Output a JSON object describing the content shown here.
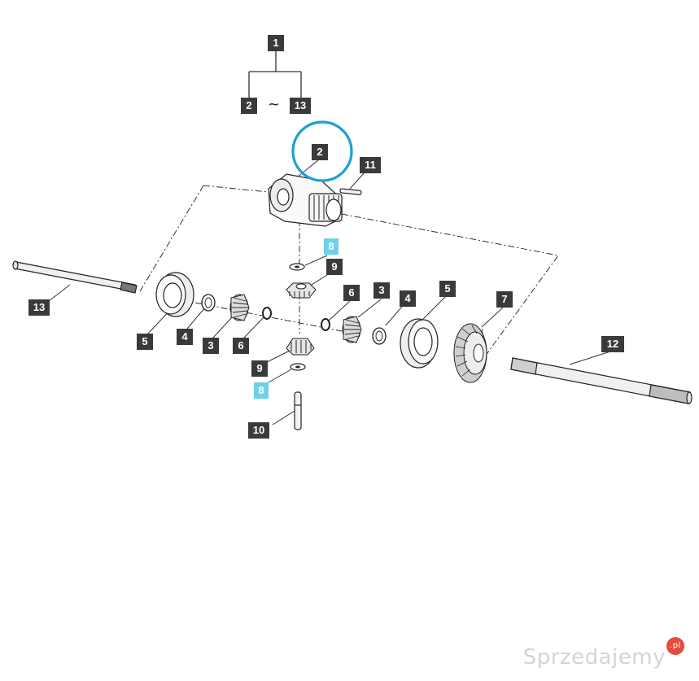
{
  "diagram": {
    "callouts": {
      "p1": "1",
      "range_start": "2",
      "range_sep": "~",
      "range_end": "13",
      "housing": "2",
      "pin11": "11",
      "washer8_top": "8",
      "gear9_top": "9",
      "bearing5_left": "5",
      "washer4_left": "4",
      "gear3_left": "3",
      "ring6_left": "6",
      "ring6_right": "6",
      "gear3_right": "3",
      "washer4_right": "4",
      "bearing5_right": "5",
      "ring_gear7": "7",
      "gear9_bottom": "9",
      "washer8_bottom": "8",
      "pin10": "10",
      "shaft12": "12",
      "shaft13": "13"
    },
    "highlight_color": "#6fd0e6",
    "circle_color": "#1e9fd6",
    "label_color": "#3a3a3a"
  },
  "watermark": {
    "brand": "Sprzedajemy",
    "tld": ".pl"
  }
}
